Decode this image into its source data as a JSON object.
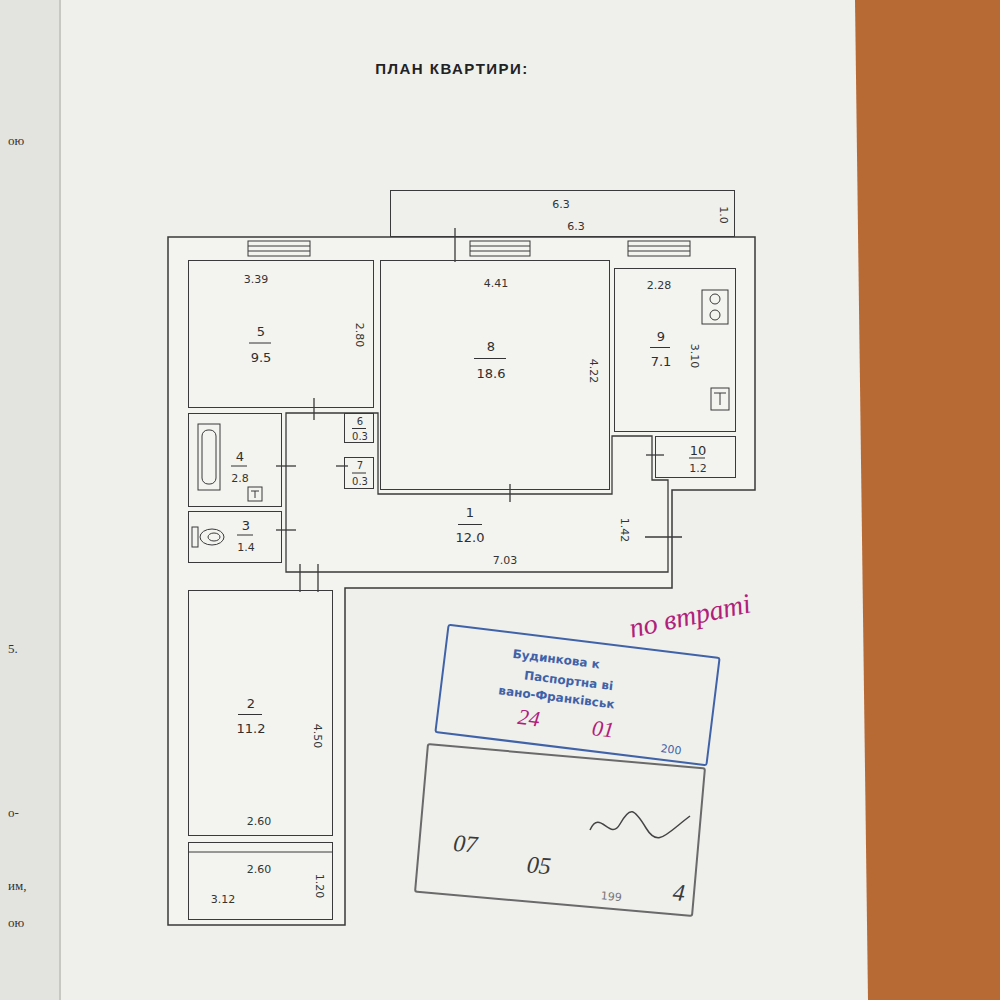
{
  "diagram": {
    "title": "ПЛАН КВАРТИРИ:",
    "nodes": [
      {
        "text": [
          "6.3",
          "6.3",
          "1.0"
        ]
      },
      {
        "text": [
          "3.39",
          "5",
          "9.5",
          "2.80"
        ]
      },
      {
        "text": [
          "4.41",
          "8",
          "18.6",
          "4.22"
        ]
      },
      {
        "text": [
          "2.28",
          "9",
          "7.1",
          "3.10"
        ]
      },
      {
        "text": [
          "6",
          "0.3"
        ]
      },
      {
        "text": [
          "7",
          "0.3"
        ]
      },
      {
        "text": [
          "4",
          "2.8"
        ]
      },
      {
        "text": [
          "10",
          "1.2"
        ]
      },
      {
        "text": [
          "3",
          "1.4"
        ]
      },
      {
        "text": [
          "1",
          "12.0",
          "7.03",
          "1.42"
        ]
      },
      {
        "text": [
          "Будинкова к",
          "Паспортна ві",
          "вано-Франківськ",
          "24",
          "01",
          "200"
        ]
      },
      {
        "text": [
          "2",
          "11.2",
          "4.50",
          "2.60"
        ]
      },
      {
        "text": [
          "07",
          "05",
          "199",
          "4"
        ]
      },
      {
        "text": [
          "2.60",
          "3.12",
          "1.20"
        ]
      }
    ],
    "labels": [
      "по втраті",
      "ою",
      "5.",
      "о-",
      "им,",
      "ою"
    ]
  }
}
